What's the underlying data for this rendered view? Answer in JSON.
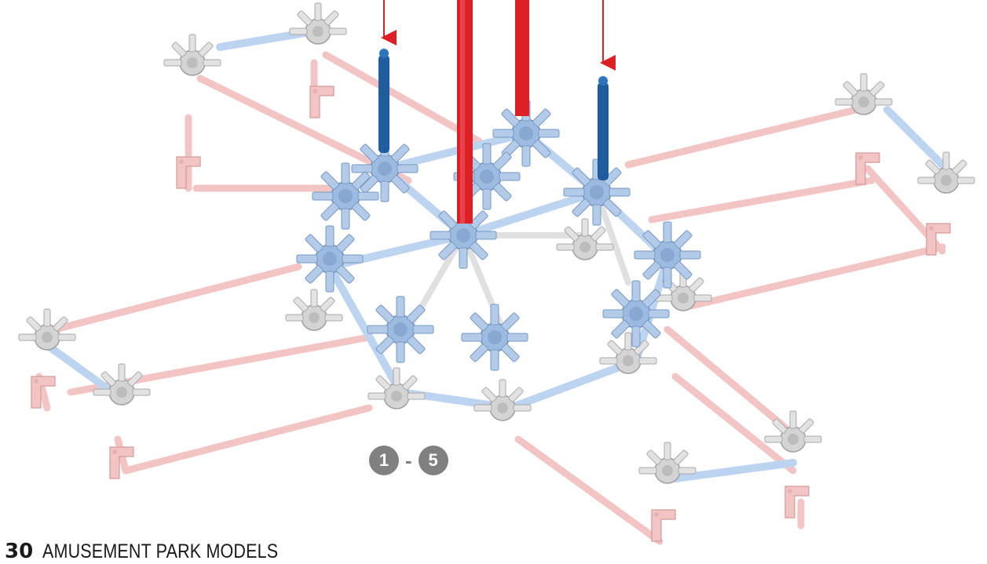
{
  "illustration": {
    "subject": "building-model-assembly",
    "icons": [
      "red-down-arrow-icon",
      "connector-hub-icon",
      "blue-rod-icon",
      "red-rod-icon",
      "pink-rod-icon"
    ]
  },
  "step_range": {
    "start": "1",
    "separator": "-",
    "end": "5"
  },
  "footer": {
    "page_number": "30",
    "title": "AMUSEMENT PARK MODELS"
  },
  "colors": {
    "hub_blue": "#9dbbe0",
    "rod_red": "#dd1f26",
    "rod_blue": "#1f5d9e",
    "rod_pink": "#f2c4c4",
    "rod_light_blue": "#bcd4ef",
    "connector_gray": "#c9c9c9",
    "badge_gray": "#808080"
  }
}
